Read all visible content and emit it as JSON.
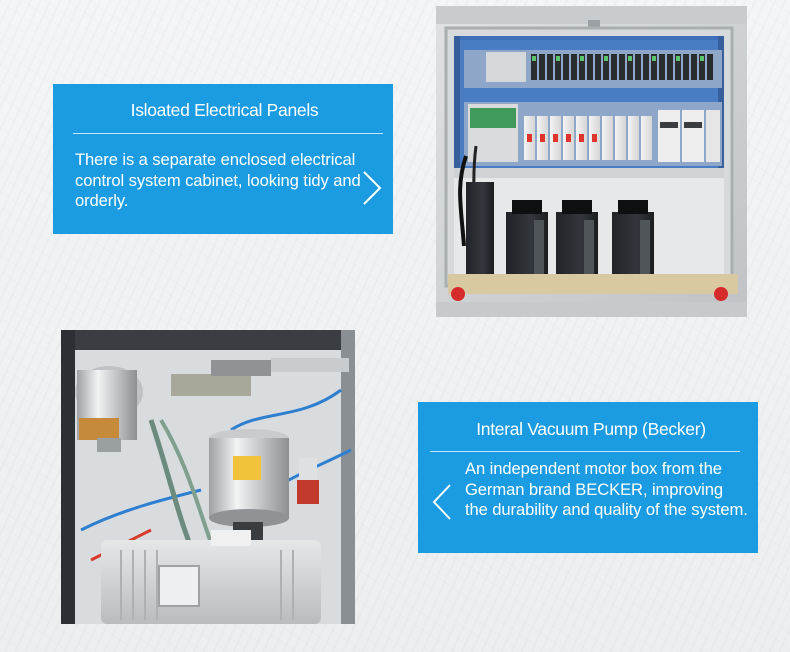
{
  "features": [
    {
      "title": "Isloated Electrical Panels",
      "description": "There is a separate enclosed electrical control system cabinet, looking tidy and orderly.",
      "icon": "chevron-right-icon"
    },
    {
      "title": "Interal Vacuum Pump (Becker)",
      "description": "An independent motor box from the German brand BECKER, improving the durability and quality of the system.",
      "icon": "chevron-left-icon"
    }
  ],
  "colors": {
    "accent": "#1b9be2",
    "background": "#f1f3f4"
  }
}
